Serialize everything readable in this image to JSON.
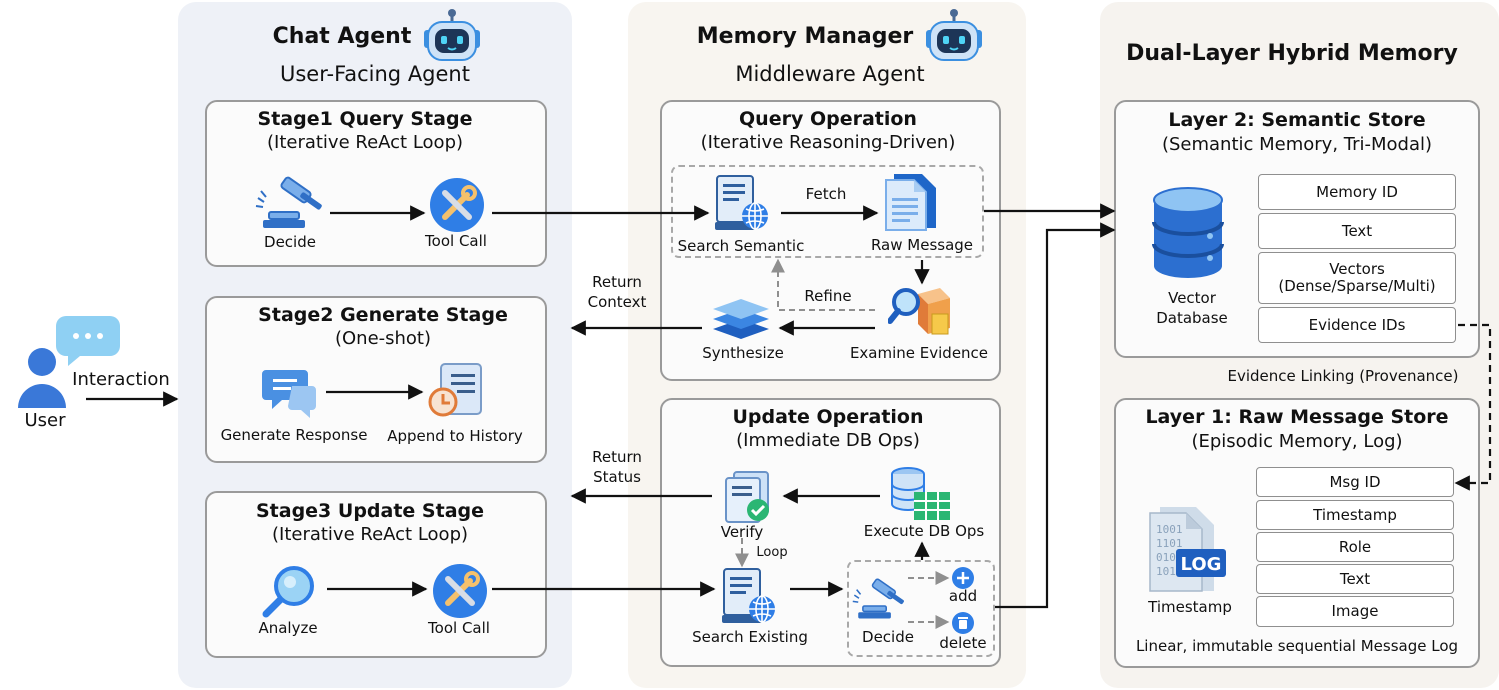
{
  "chat_agent": {
    "title": "Chat Agent",
    "subtitle": "User-Facing Agent",
    "stage1": {
      "title": "Stage1 Query Stage",
      "subtitle": "(Iterative ReAct Loop)",
      "decide": "Decide",
      "tool_call": "Tool Call"
    },
    "stage2": {
      "title": "Stage2 Generate Stage",
      "subtitle": "(One-shot)",
      "generate": "Generate Response",
      "append": "Append to History"
    },
    "stage3": {
      "title": "Stage3 Update Stage",
      "subtitle": "(Iterative ReAct Loop)",
      "analyze": "Analyze",
      "tool_call": "Tool Call"
    }
  },
  "user": {
    "label": "User",
    "interaction": "Interaction"
  },
  "memory_manager": {
    "title": "Memory Manager",
    "subtitle": "Middleware Agent",
    "query_op": {
      "title": "Query Operation",
      "subtitle": "(Iterative Reasoning-Driven)",
      "search_semantic": "Search Semantic",
      "fetch": "Fetch",
      "raw_message": "Raw Message",
      "refine": "Refine",
      "synthesize": "Synthesize",
      "examine": "Examine Evidence"
    },
    "update_op": {
      "title": "Update Operation",
      "subtitle": "(Immediate DB Ops)",
      "verify": "Verify",
      "loop": "Loop",
      "execute": "Execute DB Ops",
      "search_existing": "Search Existing",
      "decide": "Decide",
      "add": "add",
      "delete": "delete"
    },
    "return_context": [
      "Return",
      "Context"
    ],
    "return_status": [
      "Return",
      "Status"
    ]
  },
  "memory": {
    "title": "Dual-Layer Hybrid Memory",
    "layer2": {
      "title": "Layer 2: Semantic Store",
      "subtitle": "(Semantic Memory, Tri-Modal)",
      "db_label": [
        "Vector",
        "Database"
      ],
      "fields": [
        "Memory ID",
        "Text",
        "Vectors",
        "Evidence IDs"
      ],
      "vectors_sub": "(Dense/Sparse/Multi)"
    },
    "evidence_linking": "Evidence Linking (Provenance)",
    "layer1": {
      "title": "Layer 1: Raw Message Store",
      "subtitle": "(Episodic Memory, Log)",
      "icon_label": "Timestamp",
      "log_text": "LOG",
      "fields": [
        "Msg ID",
        "Timestamp",
        "Role",
        "Text",
        "Image"
      ],
      "caption": "Linear, immutable sequential Message Log"
    }
  },
  "colors": {
    "chat_panel": "#eef1f7",
    "manager_panel": "#f8f5f0",
    "memory_panel": "#f6f3ef",
    "icon_blue": "#2f7ee6",
    "icon_orange": "#f0a04b",
    "arrow": "#111111",
    "dashed": "#8f8f8f"
  }
}
